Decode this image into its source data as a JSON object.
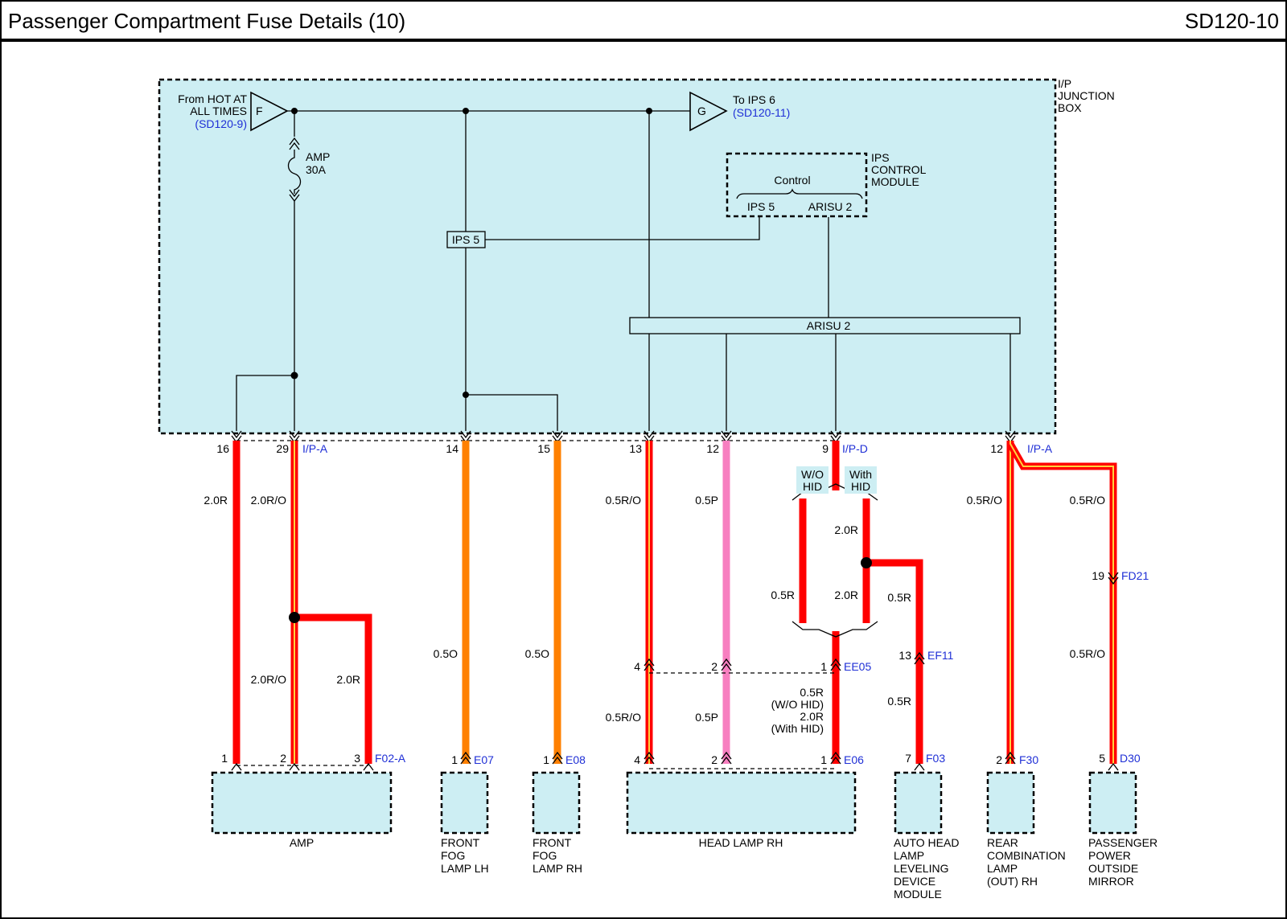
{
  "header": {
    "title": "Passenger Compartment Fuse Details (10)",
    "code": "SD120-10"
  },
  "junction_box": {
    "label_line1": "I/P",
    "label_line2": "JUNCTION",
    "label_line3": "BOX"
  },
  "source": {
    "line1": "From HOT AT",
    "line2": "ALL TIMES",
    "ref": "(SD120-9)",
    "symbol": "F"
  },
  "dest": {
    "line1": "To IPS 6",
    "ref": "(SD120-11)",
    "symbol": "G"
  },
  "fuse": {
    "name": "AMP",
    "rating": "30A"
  },
  "ips_module": {
    "line1": "IPS",
    "line2": "CONTROL",
    "line3": "MODULE",
    "control": "Control",
    "ips5": "IPS 5",
    "arisu2": "ARISU 2"
  },
  "ips5_box": "IPS 5",
  "arisu_bar": "ARISU 2",
  "pins": {
    "p16": "16",
    "p29": "29",
    "ipa1": "I/P-A",
    "p14": "14",
    "p15": "15",
    "p13": "13",
    "p12a": "12",
    "p9": "9",
    "ipd": "I/P-D",
    "p12b": "12",
    "ipa2": "I/P-A",
    "wo_hid_1": "W/O",
    "wo_hid_2": "HID",
    "with_hid_1": "With",
    "with_hid_2": "HID",
    "fd21_pin": "19",
    "fd21": "FD21",
    "ef11_pin": "13",
    "ef11": "EF11",
    "ee05_p4": "4",
    "ee05_p2": "2",
    "ee05_p1": "1",
    "ee05": "EE05",
    "f02a_p1": "1",
    "f02a_p2": "2",
    "f02a_p3": "3",
    "f02a": "F02-A",
    "e07_p": "1",
    "e07": "E07",
    "e08_p": "1",
    "e08": "E08",
    "e06_p4": "4",
    "e06_p2": "2",
    "e06_p1": "1",
    "e06": "E06",
    "f03_p": "7",
    "f03": "F03",
    "f30_p": "2",
    "f30": "F30",
    "d30_p": "5",
    "d30": "D30"
  },
  "wires": {
    "w16": "2.0R",
    "w29": "2.0R/O",
    "w29b": "2.0R/O",
    "w3": "2.0R",
    "w14": "0.5O",
    "w15": "0.5O",
    "w13": "0.5R/O",
    "w13b": "0.5R/O",
    "w12": "0.5P",
    "w12b": "0.5P",
    "w_hid_a": "2.0R",
    "w_wo": "0.5R",
    "w_hid_b": "2.0R",
    "w_level": "0.5R",
    "w_level_b": "0.5R",
    "w_e06_1": "0.5R",
    "w_e06_2": "(W/O HID)",
    "w_e06_3": "2.0R",
    "w_e06_4": "(With HID)",
    "w_f30": "0.5R/O",
    "w_mirror": "0.5R/O",
    "w_mirror_b": "0.5R/O"
  },
  "components": {
    "amp": [
      "AMP"
    ],
    "fog_lh": [
      "FRONT",
      "FOG",
      "LAMP LH"
    ],
    "fog_rh": [
      "FRONT",
      "FOG",
      "LAMP RH"
    ],
    "head_lamp": [
      "HEAD LAMP RH"
    ],
    "leveling": [
      "AUTO HEAD",
      "LAMP",
      "LEVELING",
      "DEVICE",
      "MODULE"
    ],
    "rear_comb": [
      "REAR",
      "COMBINATION",
      "LAMP",
      "(OUT) RH"
    ],
    "mirror": [
      "PASSENGER",
      "POWER",
      "OUTSIDE",
      "MIRROR"
    ]
  },
  "colors": {
    "red": "#ff0000",
    "orange": "#ff8000",
    "pink": "#f77fc0",
    "stripe": "#ffd23f",
    "box_fill": "#cdeef3",
    "ref_blue": "#1f2fd6"
  }
}
